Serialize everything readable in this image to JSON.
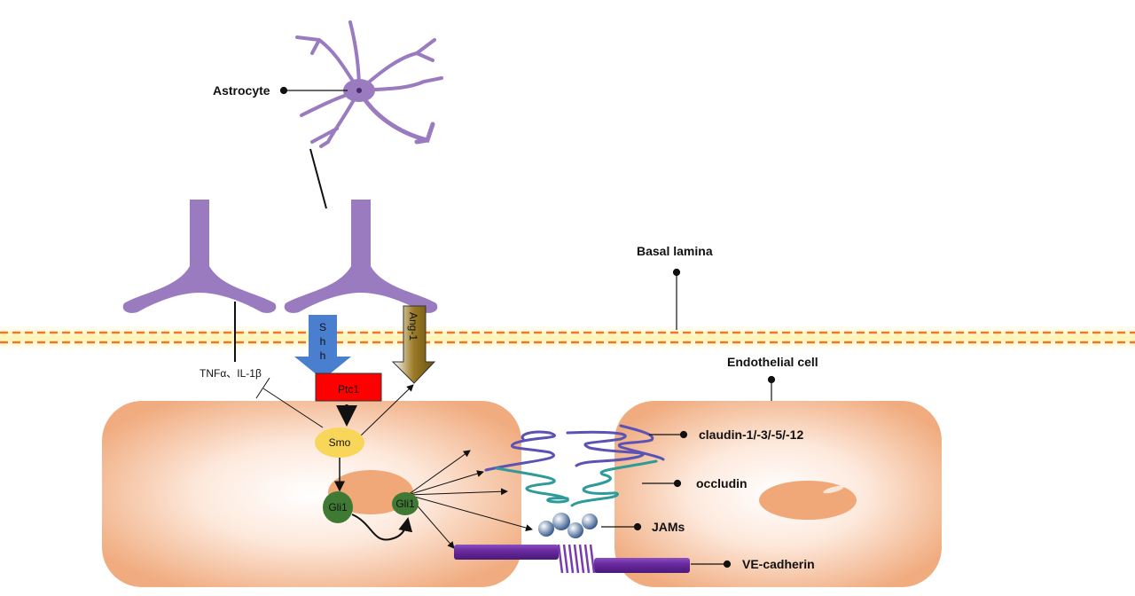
{
  "labels": {
    "astrocyte": "Astrocyte",
    "basal_lamina": "Basal lamina",
    "endothelial_cell": "Endothelial cell",
    "cytokines": "TNFα、IL-1β",
    "shh": "Shh",
    "ptc1": "Ptc1",
    "ang1": "Ang-1",
    "smo": "Smo",
    "gli1_a": "Gli1",
    "gli1_b": "Gli1",
    "claudin": "claudin-1/-3/-5/-12",
    "occludin": "occludin",
    "jams": "JAMs",
    "ve_cadherin": "VE-cadherin"
  },
  "colors": {
    "astrocyte": "#9b7bbf",
    "cell": "#f2b38a",
    "shh": "#4a7fd0",
    "ptc1": "#ff0000",
    "ang1": "#7a5f10",
    "smo": "#f8d65a",
    "gli1": "#3f7a35",
    "claudin": "#5a52b5",
    "occludin": "#2f9a9a",
    "ve_cadherin": "#6a2aa0",
    "membrane": "#f07820"
  }
}
